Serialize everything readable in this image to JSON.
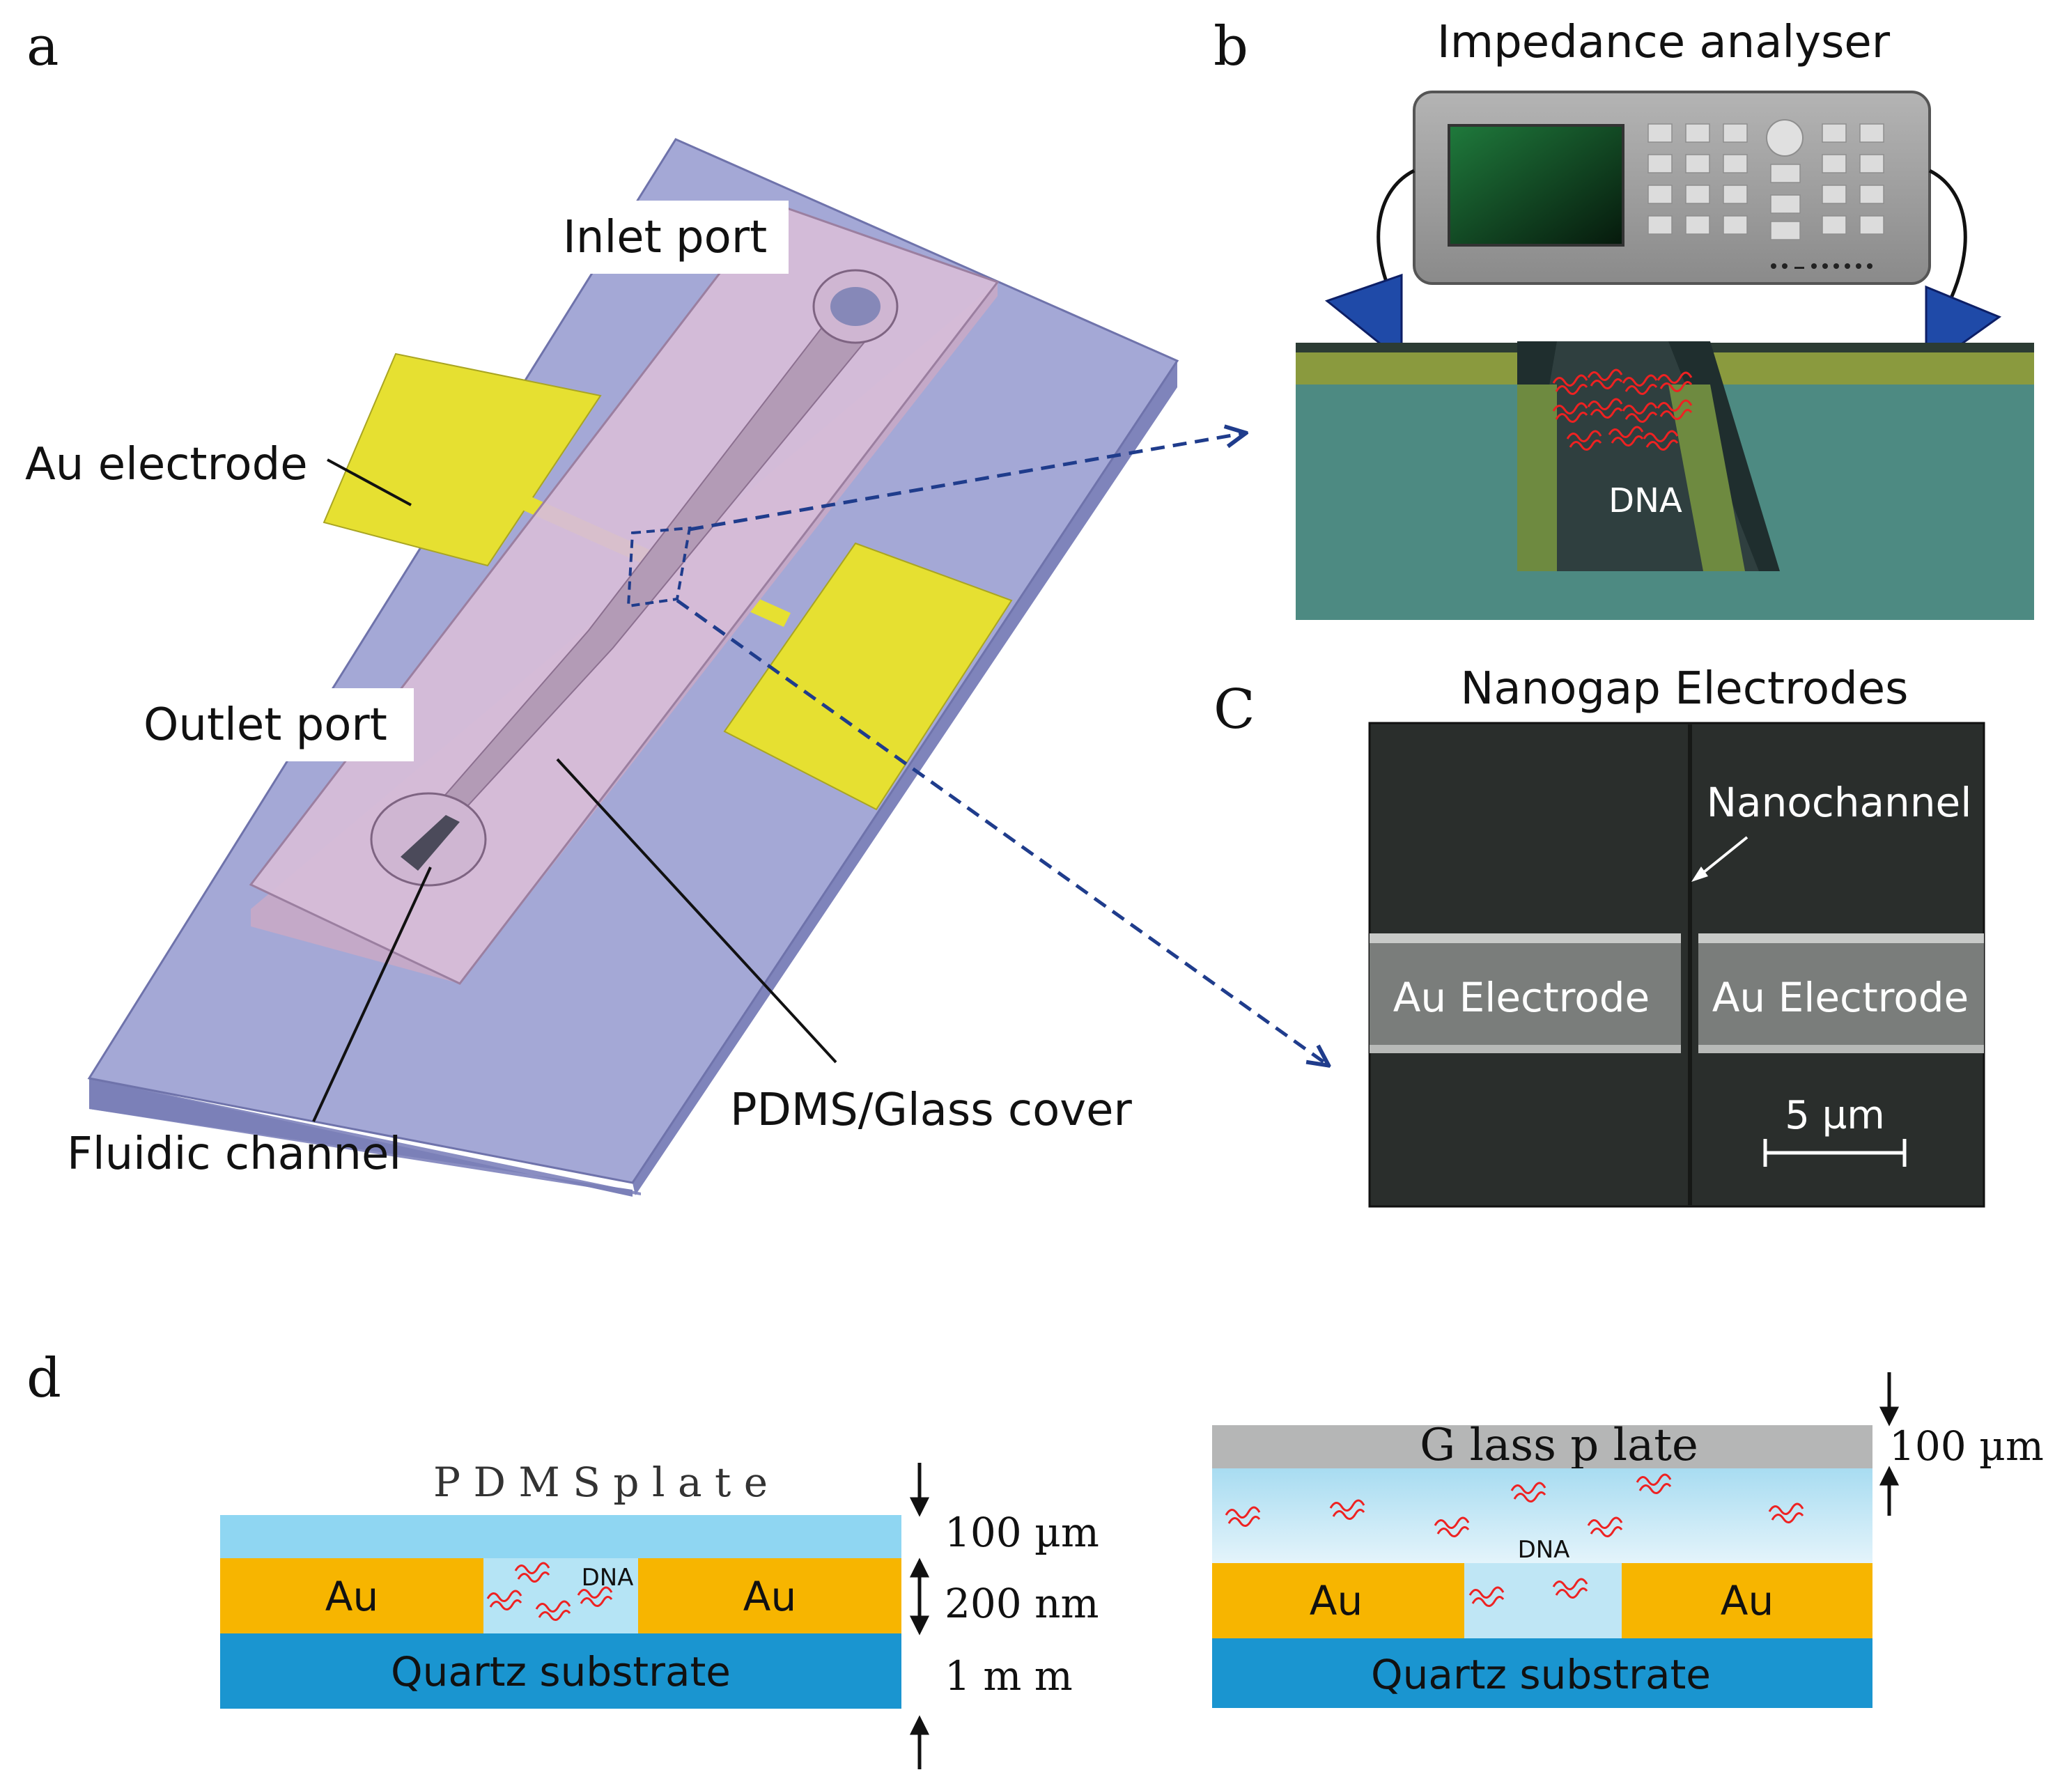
{
  "panels": {
    "a": {
      "letter": "a",
      "labels": {
        "inlet": "Inlet port",
        "electrode": "Au electrode",
        "outlet": "Outlet port",
        "channel": "Fluidic channel",
        "cover": "PDMS/Glass cover"
      }
    },
    "b": {
      "letter": "b",
      "title": "Impedance analyser",
      "dna": "DNA"
    },
    "c": {
      "letter": "C",
      "title": "Nanogap Electrodes",
      "nanochannel": "Nanochannel",
      "electrode_left": "Au Electrode",
      "electrode_right": "Au Electrode",
      "scale": "5 µm"
    },
    "d": {
      "letter": "d",
      "left": {
        "plate": "P D M S  p l a t e",
        "au_left": "Au",
        "au_right": "Au",
        "dna": "DNA",
        "substrate": "Quartz substrate",
        "dim_plate": "100 µm",
        "dim_au": "200 nm",
        "dim_sub": "1 m m"
      },
      "right": {
        "plate": "G lass p late",
        "dna": "DNA",
        "au_left": "Au",
        "au_right": "Au",
        "substrate": "Quartz substrate",
        "dim_plate": "100 µm"
      }
    }
  },
  "colors": {
    "base_top": "#a4a8d6",
    "base_side": "#8a8ec2",
    "cover": "#d6bcd8",
    "electrode": "#e6e031",
    "leader": "#1f3c8c",
    "wafer": "#4d8a82",
    "sem_bg": "#2a2e2c",
    "au_orange": "#f7b500",
    "quartz": "#1a95d0",
    "pdms": "#8fd6f2",
    "glass": "#b5b6b6",
    "dna_red": "#ee2222"
  },
  "icons": [
    "impedance-analyser-icon",
    "dna-strand-icon",
    "dimension-arrow-icon"
  ]
}
